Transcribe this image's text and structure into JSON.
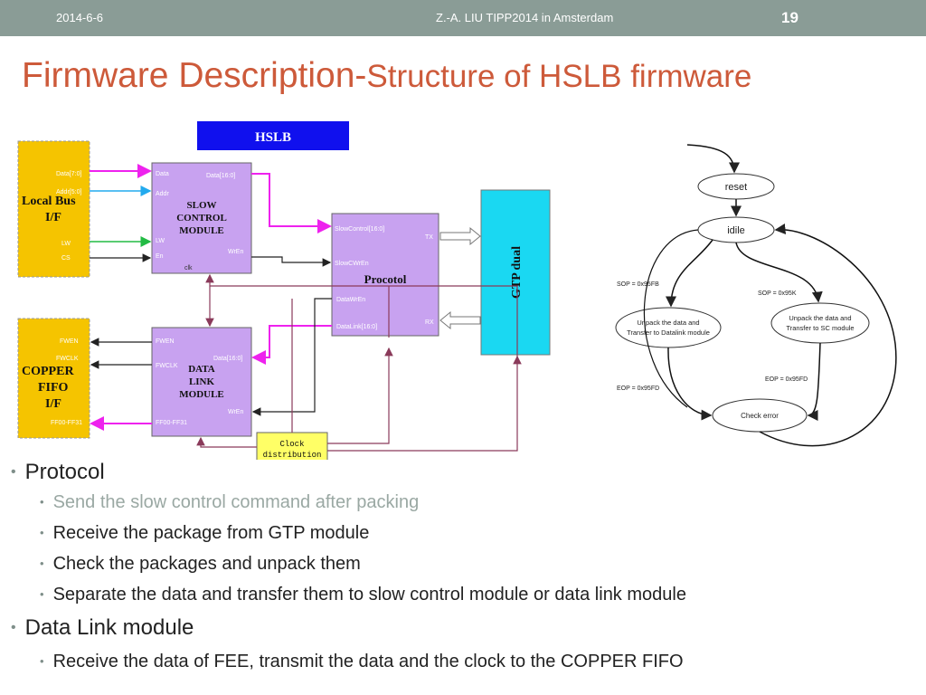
{
  "header": {
    "date": "2014-6-6",
    "author_event": "Z.-A. LIU  TIPP2014 in Amsterdam",
    "slide_number": "19"
  },
  "title": {
    "main": "Firmware Description-",
    "sub": "Structure of HSLB  firmware"
  },
  "block_diagram": {
    "hslb_label": "HSLB",
    "local_bus": {
      "label_line1": "Local Bus",
      "label_line2": "I/F",
      "signals": [
        "Data[7:0]",
        "Addr[5:0]",
        "LW",
        "CS"
      ]
    },
    "copper_fifo": {
      "label_line1": "COPPER",
      "label_line2": "FIFO",
      "label_line3": "I/F",
      "signals": [
        "FWEN",
        "FWCLK",
        "FF00-FF31"
      ]
    },
    "slow_control": {
      "label_line1": "SLOW",
      "label_line2": "CONTROL",
      "label_line3": "MODULE",
      "ports": [
        "Data",
        "Data[16:0]",
        "Addr",
        "LW",
        "En",
        "WrEn",
        "clk"
      ]
    },
    "data_link": {
      "label_line1": "DATA",
      "label_line2": "LINK",
      "label_line3": "MODULE",
      "ports": [
        "FWEN",
        "Data[16:0]",
        "FWCLK",
        "WrEn",
        "FF00-FF31"
      ]
    },
    "protocol": {
      "label": "Procotol",
      "ports": [
        "SlowControl[16:0]",
        "TX",
        "SlowCWrEn",
        "DataWrEn",
        "DataLink[16:0]",
        "RX"
      ]
    },
    "gtp": {
      "label": "GTP dual"
    },
    "clock": {
      "label_line1": "Clock",
      "label_line2": "distribution"
    }
  },
  "state_machine": {
    "states": {
      "reset": "reset",
      "idle": "idile",
      "unpack_dl_line1": "Unpack the data and",
      "unpack_dl_line2": "Transfer to Datalink module",
      "unpack_sc_line1": "Unpack the data and",
      "unpack_sc_line2": "Transfer to SC module",
      "check": "Check error"
    },
    "transitions": {
      "sop_fb": "SOP = 0x95FB",
      "sop_k": "SOP = 0x95K",
      "eop_fd_right": "EOP = 0x95FD",
      "eop_fd_left": "EOP = 0x95FD"
    }
  },
  "bullets": {
    "protocol": {
      "heading": "Protocol",
      "items": [
        "Send the slow control command after packing",
        "Receive the package from GTP module",
        "Check the packages  and  unpack them",
        "Separate the data and  transfer them to slow control module or  data link module"
      ]
    },
    "data_link": {
      "heading": "Data Link module",
      "items": [
        "Receive the data of FEE,  transmit the data and the clock to the COPPER FIFO"
      ]
    }
  },
  "colors": {
    "title": "#cd5a3a",
    "topbar": "#8a9c96",
    "yellow_block": "#f5c400",
    "module_purple": "#c8a2f0",
    "hslb_blue": "#1010ee",
    "gtp_cyan": "#1ad8f2",
    "clock_yellow": "#ffff66",
    "magenta_wire": "#ee22ee",
    "cyan_wire": "#22aaee",
    "green_wire": "#22bb44",
    "maroon_wire": "#8a3a5a"
  }
}
